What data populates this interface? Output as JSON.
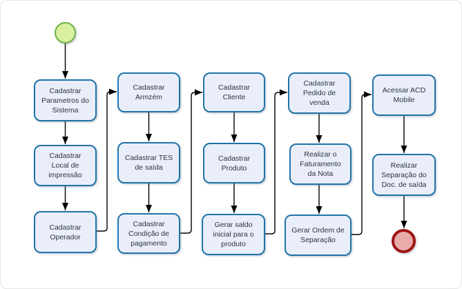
{
  "diagram": {
    "type": "flowchart",
    "start_event": {
      "id": "start",
      "shape": "circle"
    },
    "end_event": {
      "id": "end",
      "shape": "circle"
    },
    "nodes": [
      {
        "id": "cadastrar-parametros-do-sistema",
        "label": "Cadastrar\nParametros do\nSistema"
      },
      {
        "id": "cadastrar-local-de-impressao",
        "label": "Cadastrar\nLocal de\nimpressão"
      },
      {
        "id": "cadastrar-operador",
        "label": "Cadastrar\nOperador"
      },
      {
        "id": "cadastrar-armzem",
        "label": "Cadastrar\nArmzém"
      },
      {
        "id": "cadastrar-tes-de-saida",
        "label": "Cadastrar TES\nde saída"
      },
      {
        "id": "cadastrar-condicao-de-pagamento",
        "label": "Cadastrar\nCondição de\npagamento"
      },
      {
        "id": "cadastrar-cliente",
        "label": "Cadastrar\nCliente"
      },
      {
        "id": "cadastrar-produto",
        "label": "Cadastrar\nProduto"
      },
      {
        "id": "gerar-saldo-inicial-para-o-produto",
        "label": "Gerar saldo\ninicial para o\nproduto"
      },
      {
        "id": "cadastrar-pedido-de-venda",
        "label": "Cadastrar\nPedido de\nvenda"
      },
      {
        "id": "realizar-o-faturamento-da-nota",
        "label": "Realizar o\nFaturamento\nda Nota"
      },
      {
        "id": "gerar-ordem-de-separacao",
        "label": "Gerar Ordem de\nSeparação"
      },
      {
        "id": "acessar-acd-mobile",
        "label": "Acessar ACD\nMobile"
      },
      {
        "id": "realizar-separacao-do-doc-de-saida",
        "label": "Realizar\nSeparação do\nDoc. de saída"
      }
    ],
    "edges": [
      {
        "from": "start",
        "to": "cadastrar-parametros-do-sistema"
      },
      {
        "from": "cadastrar-parametros-do-sistema",
        "to": "cadastrar-local-de-impressao"
      },
      {
        "from": "cadastrar-local-de-impressao",
        "to": "cadastrar-operador"
      },
      {
        "from": "cadastrar-operador",
        "to": "cadastrar-armzem"
      },
      {
        "from": "cadastrar-armzem",
        "to": "cadastrar-tes-de-saida"
      },
      {
        "from": "cadastrar-tes-de-saida",
        "to": "cadastrar-condicao-de-pagamento"
      },
      {
        "from": "cadastrar-condicao-de-pagamento",
        "to": "cadastrar-cliente"
      },
      {
        "from": "cadastrar-cliente",
        "to": "cadastrar-produto"
      },
      {
        "from": "cadastrar-produto",
        "to": "gerar-saldo-inicial-para-o-produto"
      },
      {
        "from": "gerar-saldo-inicial-para-o-produto",
        "to": "cadastrar-pedido-de-venda"
      },
      {
        "from": "cadastrar-pedido-de-venda",
        "to": "realizar-o-faturamento-da-nota"
      },
      {
        "from": "realizar-o-faturamento-da-nota",
        "to": "gerar-ordem-de-separacao"
      },
      {
        "from": "gerar-ordem-de-separacao",
        "to": "acessar-acd-mobile"
      },
      {
        "from": "acessar-acd-mobile",
        "to": "realizar-separacao-do-doc-de-saida"
      },
      {
        "from": "realizar-separacao-do-doc-de-saida",
        "to": "end"
      }
    ],
    "colors": {
      "node_fill": "#e9eefa",
      "node_border": "#1e73a8",
      "start_fill": "#d9f0a0",
      "start_border": "#6fb244",
      "end_fill": "#eaabab",
      "end_border": "#9e1414",
      "connector": "#000000",
      "text": "#2b3240"
    }
  }
}
